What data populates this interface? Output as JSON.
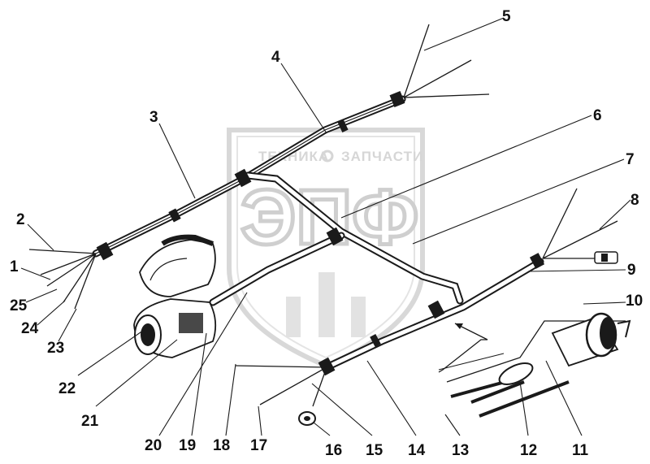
{
  "watermark": {
    "top_text_left": "ТЕХНИКА",
    "top_text_right": "ЗАПЧАСТИ",
    "logo_letters": "ЭПФ"
  },
  "callouts": [
    {
      "id": "c1",
      "text": "1"
    },
    {
      "id": "c2",
      "text": "2"
    },
    {
      "id": "c3",
      "text": "3"
    },
    {
      "id": "c4",
      "text": "4"
    },
    {
      "id": "c5",
      "text": "5"
    },
    {
      "id": "c6",
      "text": "6"
    },
    {
      "id": "c7",
      "text": "7"
    },
    {
      "id": "c8",
      "text": "8"
    },
    {
      "id": "c9",
      "text": "9"
    },
    {
      "id": "c10",
      "text": "10"
    },
    {
      "id": "c11",
      "text": "11"
    },
    {
      "id": "c12",
      "text": "12"
    },
    {
      "id": "c13",
      "text": "13"
    },
    {
      "id": "c14",
      "text": "14"
    },
    {
      "id": "c15",
      "text": "15"
    },
    {
      "id": "c16",
      "text": "16"
    },
    {
      "id": "c17",
      "text": "17"
    },
    {
      "id": "c18",
      "text": "18"
    },
    {
      "id": "c19",
      "text": "19"
    },
    {
      "id": "c20",
      "text": "20"
    },
    {
      "id": "c21",
      "text": "21"
    },
    {
      "id": "c22",
      "text": "22"
    },
    {
      "id": "c23",
      "text": "23"
    },
    {
      "id": "c24",
      "text": "24"
    },
    {
      "id": "c25",
      "text": "25"
    }
  ]
}
